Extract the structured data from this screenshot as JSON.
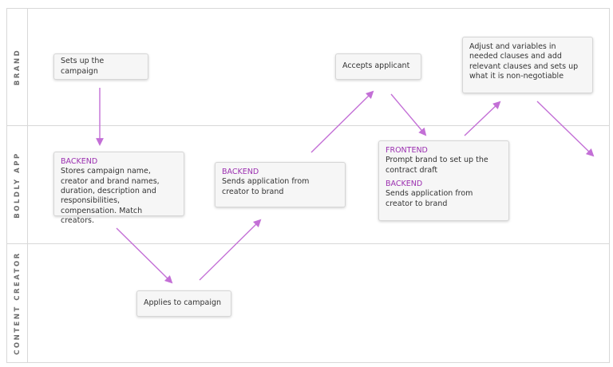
{
  "lanes": {
    "brand": "BRAND",
    "app": "BOLDLY APP",
    "creator": "CONTENT CREATOR"
  },
  "cards": {
    "setup": "Sets up the campaign",
    "backend1_tag": "BACKEND",
    "backend1_text": "Stores campaign name, creator and brand names, duration, description and responsibilities, compensation. Match creators.",
    "apply": "Applies to campaign",
    "backend2_tag": "BACKEND",
    "backend2_text": "Sends application from creator to brand",
    "accept": "Accepts applicant",
    "frontend_tag": "FRONTEND",
    "frontend_text": "Prompt brand to set up the contract draft",
    "backend3_tag": "BACKEND",
    "backend3_text": "Sends application from creator to brand",
    "adjust": "Adjust and variables in needed clauses and add relevant clauses and sets up what it is non-negotiable"
  },
  "colors": {
    "accent": "#9b2fb0",
    "arrow": "#c36fd6",
    "border": "#d8d8d8",
    "card_bg": "#f6f6f6"
  }
}
